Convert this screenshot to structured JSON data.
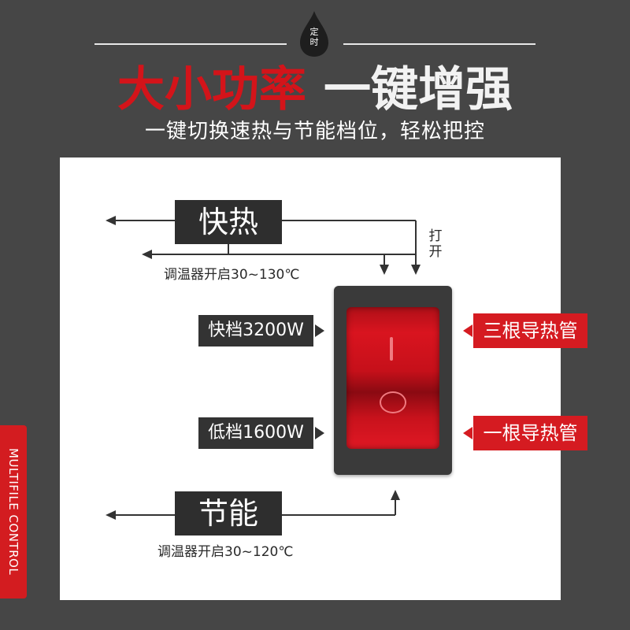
{
  "header": {
    "badge_line1": "定",
    "badge_line2": "时",
    "title_red": "大小功率",
    "title_white": "一键增强",
    "subtitle": "一键切换速热与节能档位，轻松把控"
  },
  "diagram": {
    "fast_label": "快热",
    "fast_note": "调温器开启30~130℃",
    "open_char1": "打",
    "open_char2": "开",
    "high_tag": "快档3200W",
    "low_tag": "低档1600W",
    "three_tubes": "三根导热管",
    "one_tube": "一根导热管",
    "eco_label": "节能",
    "eco_note": "调温器开启30~120℃"
  },
  "side_tab": {
    "text": "MULTIFILE CONTROL"
  },
  "colors": {
    "background": "#464646",
    "accent_red": "#d3141a",
    "panel": "#ffffff",
    "dark_label": "#2e2e2e"
  }
}
